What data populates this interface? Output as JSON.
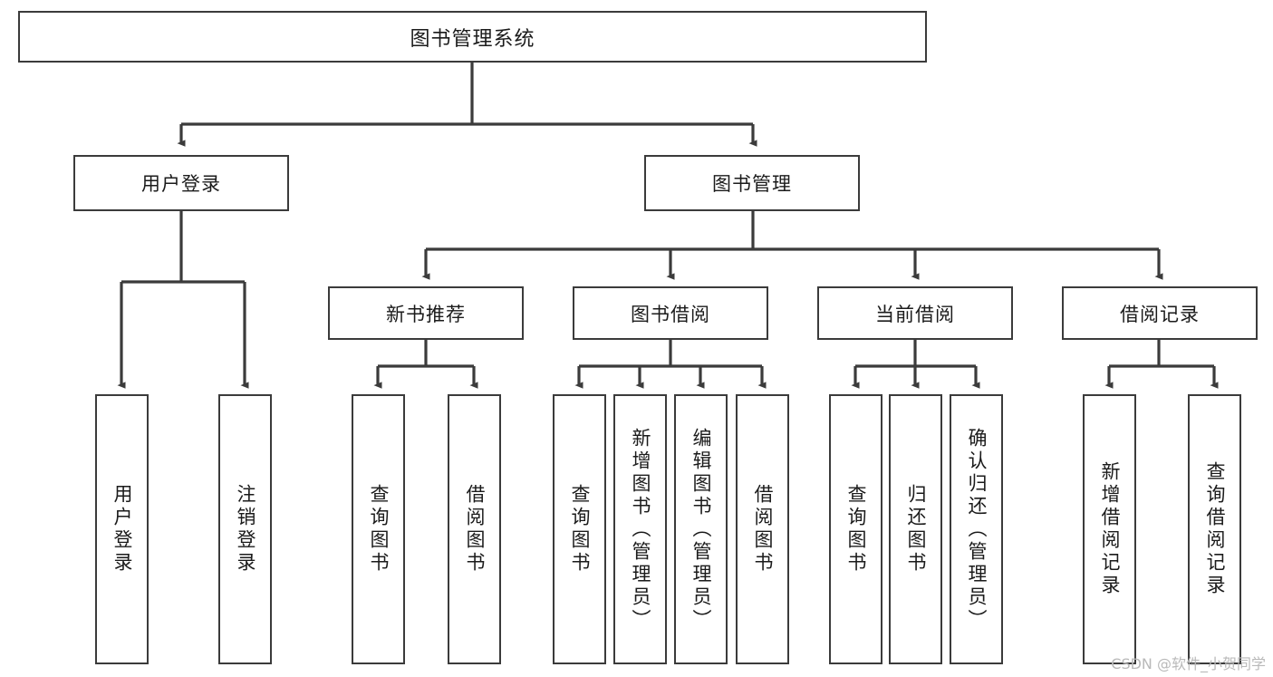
{
  "diagram": {
    "type": "tree-hierarchy",
    "title": "图书管理系统",
    "orientation": "top-down",
    "levels": 4,
    "root": {
      "id": "root",
      "label": "图书管理系统"
    },
    "level2": [
      {
        "id": "user-login",
        "label": "用户登录"
      },
      {
        "id": "book-manage",
        "label": "图书管理"
      }
    ],
    "level3": [
      {
        "id": "new-book-rec",
        "label": "新书推荐",
        "parent": "book-manage"
      },
      {
        "id": "book-borrow",
        "label": "图书借阅",
        "parent": "book-manage"
      },
      {
        "id": "current-borrow",
        "label": "当前借阅",
        "parent": "book-manage"
      },
      {
        "id": "borrow-record",
        "label": "借阅记录",
        "parent": "book-manage"
      }
    ],
    "leaves": [
      {
        "id": "leaf-user-login",
        "label": "用户登录",
        "parent": "user-login"
      },
      {
        "id": "leaf-logout-login",
        "label": "注销登录",
        "parent": "user-login"
      },
      {
        "id": "leaf-query-book-1",
        "label": "查询图书",
        "parent": "new-book-rec"
      },
      {
        "id": "leaf-borrow-book-1",
        "label": "借阅图书",
        "parent": "new-book-rec"
      },
      {
        "id": "leaf-query-book-2",
        "label": "查询图书",
        "parent": "book-borrow"
      },
      {
        "id": "leaf-add-book",
        "label": "新增图书（管理员）",
        "parent": "book-borrow"
      },
      {
        "id": "leaf-edit-book",
        "label": "编辑图书（管理员）",
        "parent": "book-borrow"
      },
      {
        "id": "leaf-borrow-book-2",
        "label": "借阅图书",
        "parent": "book-borrow"
      },
      {
        "id": "leaf-query-book-3",
        "label": "查询图书",
        "parent": "current-borrow"
      },
      {
        "id": "leaf-return-book",
        "label": "归还图书",
        "parent": "current-borrow"
      },
      {
        "id": "leaf-confirm-return",
        "label": "确认归还（管理员）",
        "parent": "current-borrow"
      },
      {
        "id": "leaf-add-record",
        "label": "新增借阅记录",
        "parent": "borrow-record"
      },
      {
        "id": "leaf-query-record",
        "label": "查询借阅记录",
        "parent": "borrow-record"
      }
    ],
    "colors": {
      "box_border": "#3b3b3b",
      "box_fill": "#ffffff",
      "connector": "#3b3b3b",
      "text": "#1b1b1b",
      "watermark": "#b9b9b9"
    }
  },
  "watermark": {
    "text": "CSDN @软件_小贺同学"
  }
}
